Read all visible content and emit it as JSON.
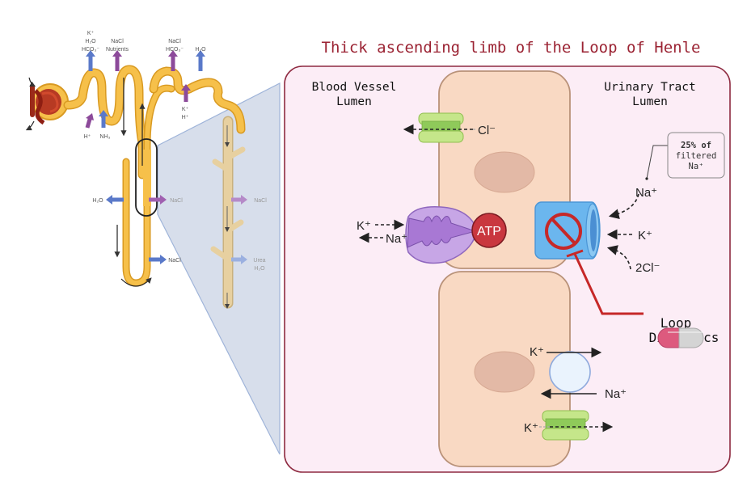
{
  "title": "Thick ascending limb of the Loop of Henle",
  "colors": {
    "title": "#9b2333",
    "panel_border": "#8e2a40",
    "panel_fill": "#fcedf6",
    "cell_fill": "#f9d9c3",
    "cell_border": "#b99279",
    "nucleus": "#e3b9a6",
    "tubule": "#f6c04a",
    "tubule_border": "#d99a22",
    "collecting_duct": "#e9cf98",
    "projection": "#d7deeb",
    "projection_edge": "#9fb4d9",
    "arrow_blue": "#5a79c9",
    "arrow_purple": "#8c4a9a",
    "channel_green": "#a9d86b",
    "pump_purple": "#b98fd8",
    "atp_red": "#c9373f",
    "nkcc_blue": "#6bb6ee",
    "inhibit_red": "#c62828",
    "exchanger": "#eaf3fd"
  },
  "nephron": {
    "pct_top_labels": [
      "K⁺",
      "H₂O",
      "HCO₃⁻"
    ],
    "pct_nacl_labels": [
      "NaCl",
      "Nutrients"
    ],
    "pct_bottom_labels": [
      "H⁺",
      "NH₃"
    ],
    "dct_top_labels_left": [
      "NaCl",
      "HCO₃⁻"
    ],
    "dct_top_label_right": "H₂O",
    "dct_bottom_labels": [
      "K⁺",
      "H⁺"
    ],
    "descending_label": "H₂O",
    "ascending_label": "NaCl",
    "thin_ascending_label": "NaCl",
    "duct_nacl_label": "NaCl",
    "duct_urea_labels": [
      "Urea",
      "H₂O"
    ]
  },
  "panel": {
    "left_heading": [
      "Blood Vessel",
      "Lumen"
    ],
    "right_heading": [
      "Urinary Tract",
      "Lumen"
    ],
    "cl_channel_label": "Cl⁻",
    "pump_k_label": "K⁺",
    "pump_na_label": "Na⁺",
    "atp_label": "ATP",
    "nkcc_na_label": "Na⁺",
    "nkcc_k_label": "K⁺",
    "nkcc_cl_label": "2Cl⁻",
    "callout_lines": [
      "25% of",
      "filtered",
      "Na⁺"
    ],
    "drug_label": [
      "Loop",
      "Diuretics"
    ],
    "exchanger_k_label": "K⁺",
    "exchanger_na_label": "Na⁺",
    "k_channel_label": "K⁺"
  }
}
